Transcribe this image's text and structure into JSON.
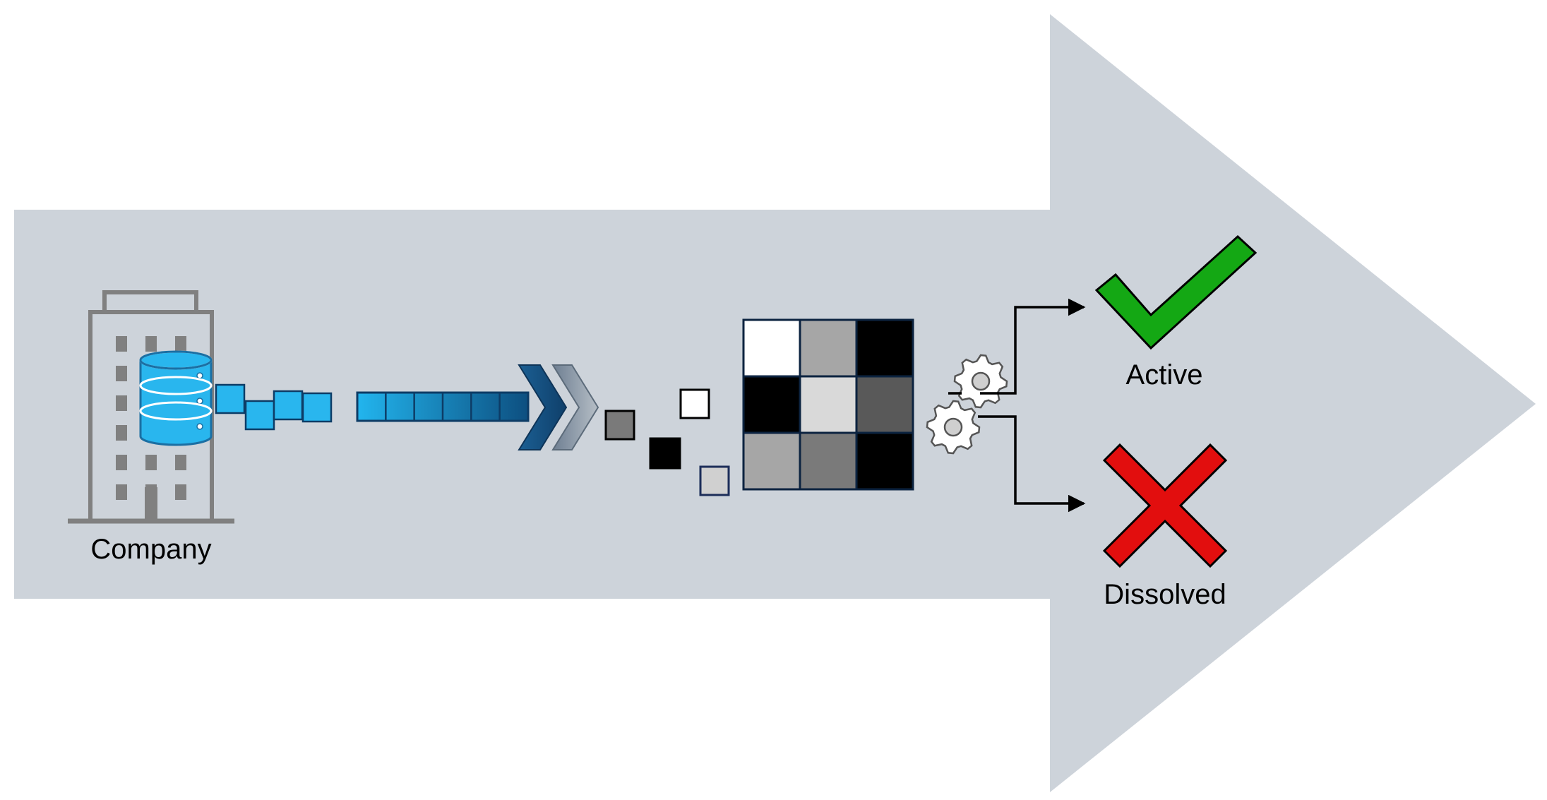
{
  "labels": {
    "company": "Company",
    "active": "Active",
    "dissolved": "Dissolved"
  },
  "colors": {
    "arrow": "#cdd3da",
    "building": "#808080",
    "database": "#29b6ee",
    "database_dark": "#1b6fa3",
    "check": "#14a814",
    "cross": "#e20e0e"
  },
  "matrix_cells": [
    "#ffffff",
    "#a6a6a6",
    "#000000",
    "#000000",
    "#d9d9d9",
    "#595959",
    "#a6a6a6",
    "#7a7a7a",
    "#000000"
  ],
  "icons": {
    "building": "building-icon",
    "database": "database-icon",
    "chevrons": "double-chevron-icon",
    "gears": "gears-icon",
    "check": "checkmark-icon",
    "cross": "cross-icon"
  }
}
